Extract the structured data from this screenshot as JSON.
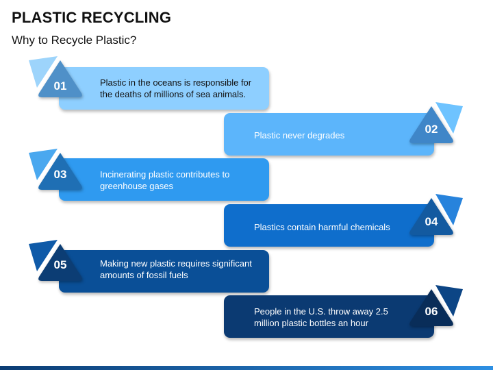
{
  "title": "PLASTIC RECYCLING",
  "subtitle": "Why to Recycle Plastic?",
  "items": [
    {
      "number": "01",
      "text_line1": "Plastic in the oceans is responsible for",
      "text_line2": "the deaths of millions of sea animals.",
      "side": "left",
      "bar_color": "#8ecfff",
      "badge_color": "#4f90c8",
      "tab_color": "#9dd4fb",
      "text_color": "#111111"
    },
    {
      "number": "02",
      "text_line1": "Plastic never degrades",
      "text_line2": "",
      "side": "right",
      "bar_color": "#5cb5fb",
      "badge_color": "#3f86c8",
      "tab_color": "#6ec3ff",
      "text_color": "#ffffff"
    },
    {
      "number": "03",
      "text_line1": "Incinerating plastic contributes to",
      "text_line2": "greenhouse gases",
      "side": "left",
      "bar_color": "#2f9af0",
      "badge_color": "#1f6fb4",
      "tab_color": "#4aa8ef",
      "text_color": "#ffffff"
    },
    {
      "number": "04",
      "text_line1": "Plastics contain harmful chemicals",
      "text_line2": "",
      "side": "right",
      "bar_color": "#0f6ecc",
      "badge_color": "#135aa0",
      "tab_color": "#2783dc",
      "text_color": "#ffffff"
    },
    {
      "number": "05",
      "text_line1": "Making new plastic requires significant",
      "text_line2": "amounts of fossil fuels",
      "side": "left",
      "bar_color": "#0a4f97",
      "badge_color": "#0c3d74",
      "tab_color": "#0f5aa8",
      "text_color": "#ffffff"
    },
    {
      "number": "06",
      "text_line1": "People in the U.S. throw away 2.5",
      "text_line2": "million plastic bottles an hour",
      "side": "right",
      "bar_color": "#0b3a72",
      "badge_color": "#092d59",
      "tab_color": "#0c4585",
      "text_color": "#ffffff"
    }
  ]
}
